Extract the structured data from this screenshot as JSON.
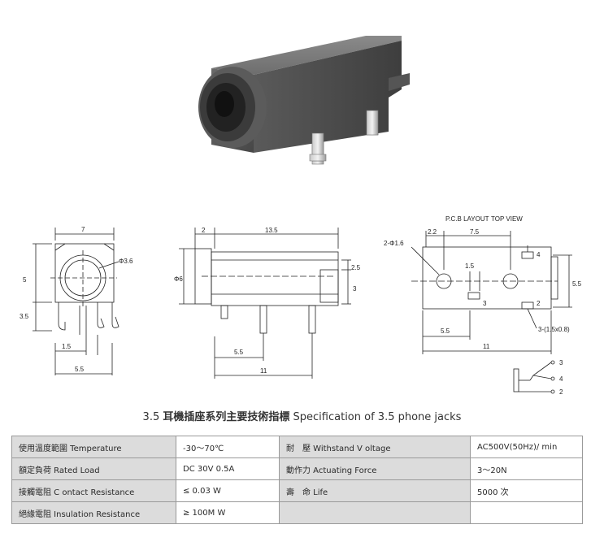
{
  "drawing1": {
    "width_label": "7",
    "diameter_label": "Φ3.6",
    "height_label": "5",
    "pin_height_label": "3.5",
    "pin_pitch_label": "1.5",
    "base_width_label": "5.5"
  },
  "drawing2": {
    "front_label": "2",
    "length_label": "13.5",
    "diameter_label": "Φ6",
    "right_top_label": "2.5",
    "right_bottom_label": "3",
    "pin_offset_label": "5.5",
    "total_pin_label": "11"
  },
  "drawing3": {
    "pcb_layout_label": "P.C.B LAYOUT",
    "top_view_label": "TOP VIEW",
    "hole_label": "2-Φ1.6",
    "dim_2_2": "2.2",
    "dim_7_5": "7.5",
    "dim_1_5": "1.5",
    "pin_3": "3",
    "pin_4": "4",
    "pin_2": "2",
    "dim_5_5_right": "5.5",
    "slot_label": "3-(1.5x0.8)",
    "dim_5_5_bottom": "5.5",
    "dim_11": "11"
  },
  "schematic": {
    "pin_3": "3",
    "pin_4": "4",
    "pin_2": "2"
  },
  "title": {
    "number": "3.5",
    "chinese": "耳機插座系列主要技術指標",
    "english": "Specification of 3.5 phone jacks"
  },
  "specs": {
    "rows": [
      {
        "label1": "使用溫度範圍 Temperature",
        "value1": "-30～70℃",
        "label2": "耐　壓 Withstand V oltage",
        "value2": "AC500V(50Hz)/ min"
      },
      {
        "label1": "額定負荷  Rated Load",
        "value1": "DC  30V  0.5A",
        "label2": "動作力 Actuating Force",
        "value2": "3～20N"
      },
      {
        "label1": "接觸電阻  C ontact Resistance",
        "value1": "≤ 0.03 W",
        "label2": "壽　命 Life",
        "value2": "5000 次"
      },
      {
        "label1": "絕緣電阻  Insulation Resistance",
        "value1": "≥ 100M W",
        "label2": "",
        "value2": ""
      }
    ]
  }
}
